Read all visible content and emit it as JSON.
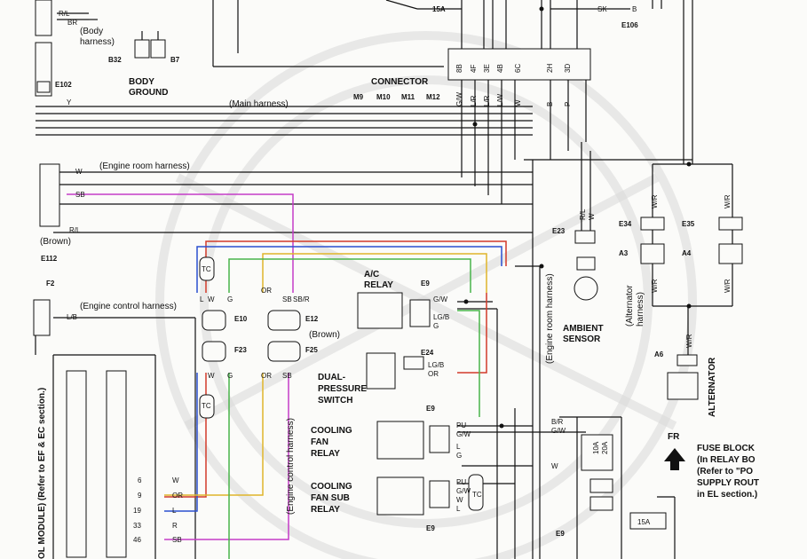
{
  "colors": {
    "wire_black": "#111111",
    "wire_red": "#d23a2a",
    "wire_blue": "#2a4fd0",
    "wire_yellow": "#e0b52a",
    "wire_green": "#49b44a",
    "wire_pink": "#c43cc7",
    "watermark": "#d8d8d8"
  },
  "labels": {
    "body_harness": "(Body\nharness)",
    "body_ground": "BODY\nGROUND",
    "main_harness": "(Main harness)",
    "connector": "CONNECTOR",
    "engine_room_harness": "(Engine room harness)",
    "brown": "(Brown)",
    "engine_control_harness": "(Engine control harness)",
    "ac_relay": "A/C\nRELAY",
    "dual_pressure_switch": "DUAL-\nPRESSURE\nSWITCH",
    "cooling_fan_relay": "COOLING\nFAN\nRELAY",
    "cooling_fan_sub_relay": "COOLING\nFAN SUB\nRELAY",
    "ambient_sensor": "AMBIENT\nSENSOR",
    "alternator_harness": "(Alternator\nharness)",
    "alternator": "ALTERNATOR",
    "fuse_block": "FUSE BLOCK\n(In RELAY BO\n(Refer to \"PO\nSUPPLY ROUT\nin EL section.)",
    "fr": "FR",
    "ecm_side": "OL MODULE) (Refer to EF & EC section.)",
    "engine_control_harness_vertical": "(Engine control harness)",
    "engine_room_harness_vertical": "(Engine room harness)",
    "fuse_15a": "15A",
    "fuse_10a": "10A",
    "fuse_20a": "20A"
  },
  "connectors": {
    "b32": "B32",
    "b7": "B7",
    "e102": "E102",
    "e106": "E106",
    "m9": "M9",
    "m10": "M10",
    "m11": "M11",
    "m12": "M12",
    "e112": "E112",
    "f2": "F2",
    "e10": "E10",
    "e12": "E12",
    "f23": "F23",
    "f25": "F25",
    "e9": "E9",
    "e24": "E24",
    "e23": "E23",
    "e34": "E34",
    "e35": "E35",
    "a3": "A3",
    "a4": "A4",
    "a6": "A6"
  },
  "wire_codes": {
    "rl": "R/L",
    "br": "BR",
    "y": "Y",
    "w": "W",
    "sb": "SB",
    "lb": "L/B",
    "gw": "G/W",
    "lgb": "LG/B",
    "g": "G",
    "or": "OR",
    "sbr": "SB/R",
    "pu": "PU",
    "l": "L",
    "r": "R",
    "br2": "B/R",
    "wr": "W/R",
    "sk": "SK",
    "b": "B",
    "lr": "L/R",
    "lw": "L/W",
    "gw2": "G/W",
    "p": "P",
    "tc": "TC"
  },
  "pins": {
    "connector_block": [
      "8B",
      "4F",
      "3E",
      "4B",
      "6C",
      "2H",
      "3D"
    ],
    "ecm_pins": [
      "6",
      "9",
      "19",
      "33",
      "46"
    ],
    "ecm_wires": [
      "W",
      "OR",
      "L",
      "R",
      "SB"
    ]
  }
}
